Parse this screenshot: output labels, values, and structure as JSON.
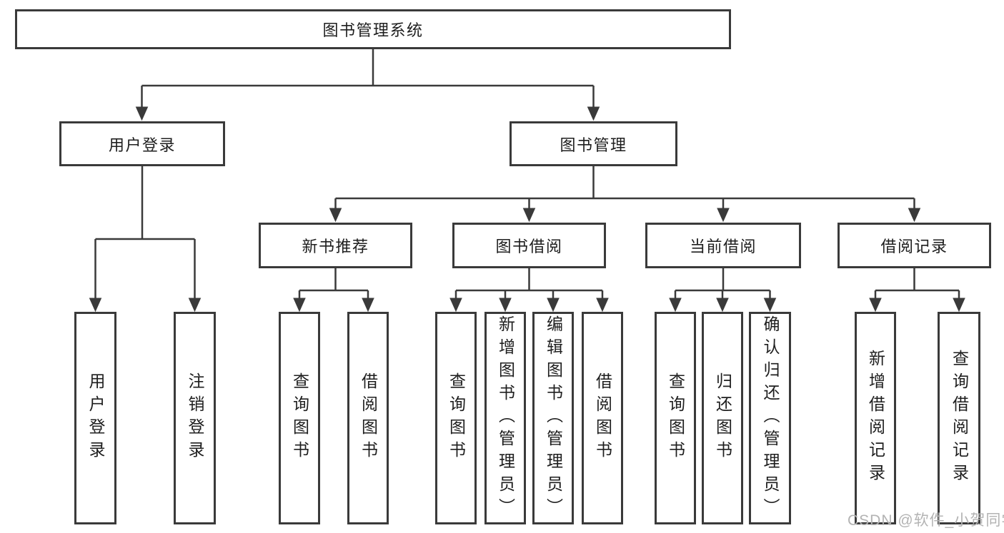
{
  "diagram": {
    "root": {
      "label": "图书管理系统"
    },
    "branches": {
      "user_login": {
        "label": "用户登录",
        "children": {
          "login": "用户登录",
          "logout": "注销登录"
        }
      },
      "book_management": {
        "label": "图书管理",
        "sections": {
          "new_book_recommend": {
            "label": "新书推荐",
            "children": {
              "query_books": "查询图书",
              "borrow_books": "借阅图书"
            }
          },
          "book_borrow": {
            "label": "图书借阅",
            "children": {
              "query_books": "查询图书",
              "add_books_admin": "新增图书（管理员）",
              "edit_books_admin": "编辑图书（管理员）",
              "borrow_books": "借阅图书"
            }
          },
          "current_borrow": {
            "label": "当前借阅",
            "children": {
              "query_books": "查询图书",
              "return_books": "归还图书",
              "confirm_return_admin": "确认归还（管理员）"
            }
          },
          "borrow_records": {
            "label": "借阅记录",
            "children": {
              "add_record": "新增借阅记录",
              "query_record": "查询借阅记录"
            }
          }
        }
      }
    }
  },
  "watermark": "CSDN @软件_小贺同学",
  "colors": {
    "line": "#3a3a3a",
    "box_border": "#3a3a3a",
    "text": "#1e1e1e",
    "watermark": "#b3b3b3",
    "background": "#ffffff"
  }
}
